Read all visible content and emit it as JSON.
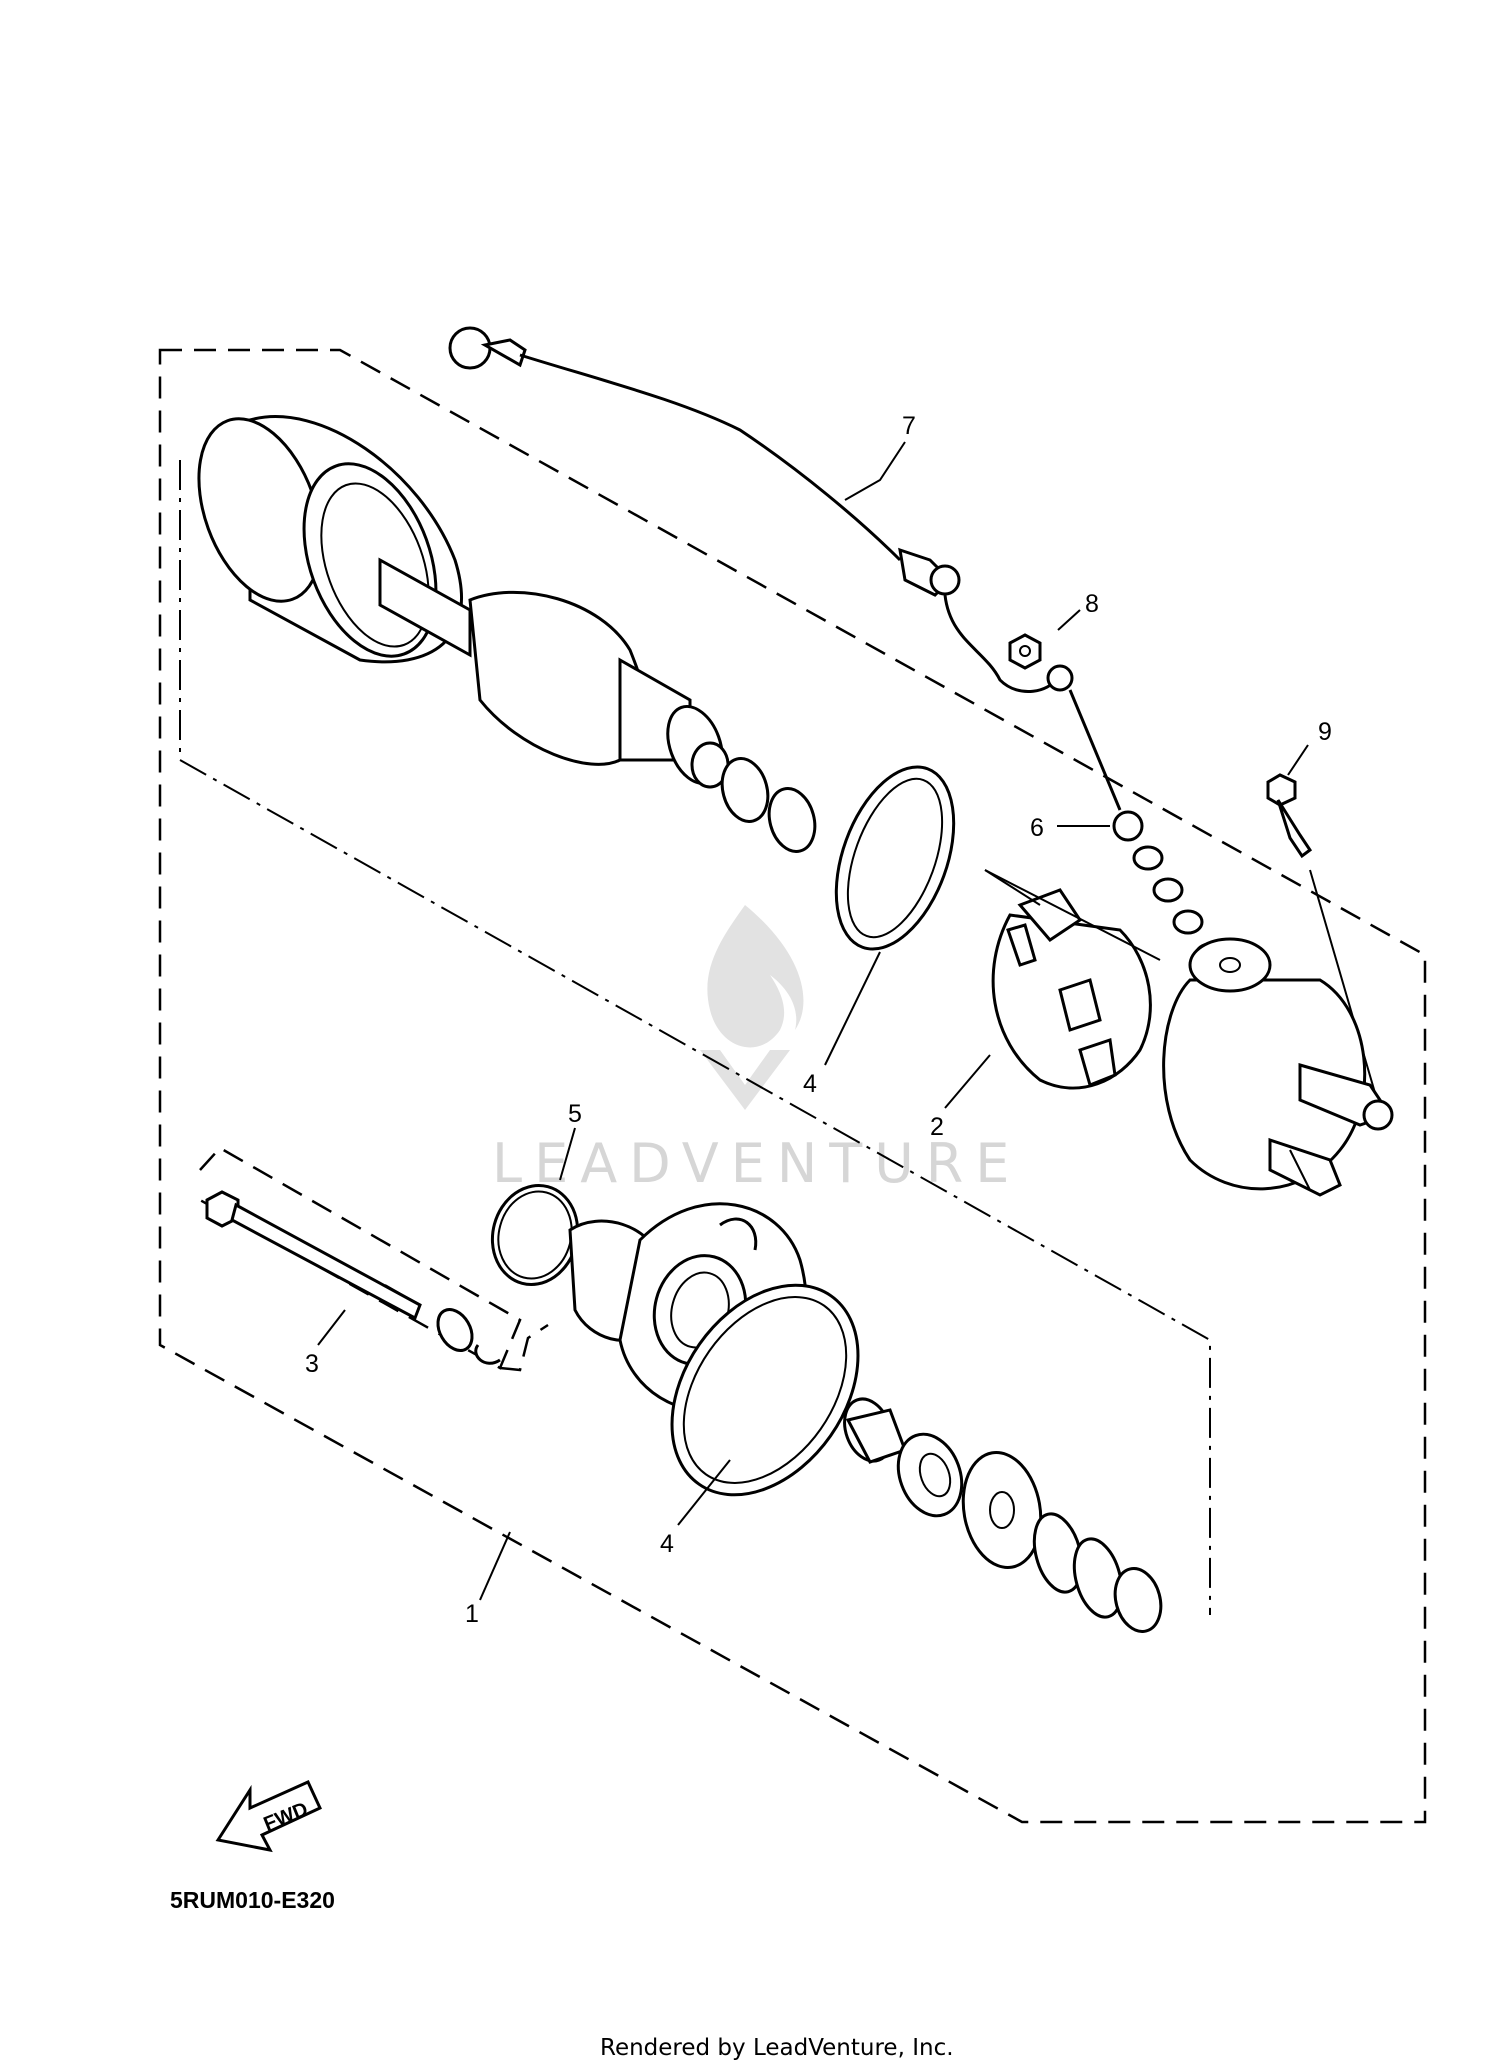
{
  "diagram_code": "5RUM010-E320",
  "footer": "Rendered by LeadVenture, Inc.",
  "watermark": "LEADVENTURE",
  "fwd_label": "FWD",
  "callouts": {
    "c1": "1",
    "c2": "2",
    "c3": "3",
    "c4a": "4",
    "c4b": "4",
    "c5": "5",
    "c6": "6",
    "c7": "7",
    "c8": "8",
    "c9": "9"
  }
}
